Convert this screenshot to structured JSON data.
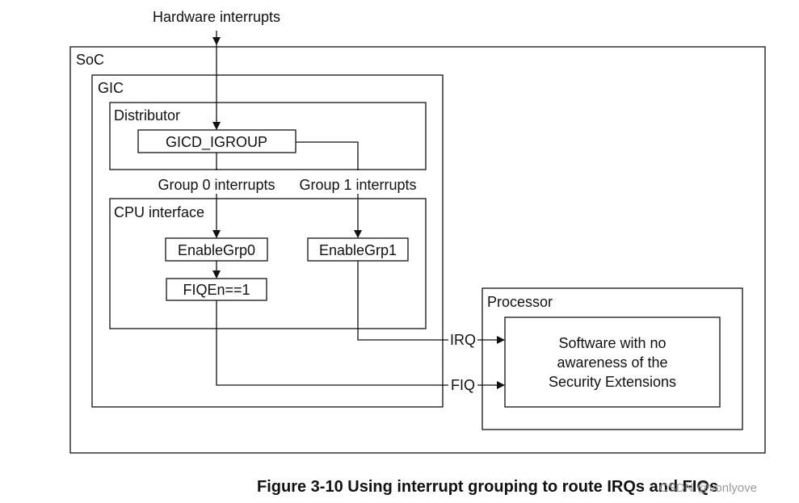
{
  "diagram": {
    "input_label": "Hardware interrupts",
    "soc_label": "SoC",
    "gic_label": "GIC",
    "distributor_label": "Distributor",
    "igroup_label": "GICD_IGROUP",
    "group0_label": "Group 0 interrupts",
    "group1_label": "Group 1 interrupts",
    "cpu_interface_label": "CPU interface",
    "enable_grp0_label": "EnableGrp0",
    "enable_grp1_label": "EnableGrp1",
    "fiqen_label": "FIQEn==1",
    "processor_label": "Processor",
    "software_lines": [
      "Software with no",
      "awareness of the",
      "Security Extensions"
    ],
    "irq_label": "IRQ",
    "fiq_label": "FIQ"
  },
  "caption": "Figure 3-10 Using interrupt grouping to route IRQs and FIQs",
  "watermark": "CSDN @vonlyove"
}
